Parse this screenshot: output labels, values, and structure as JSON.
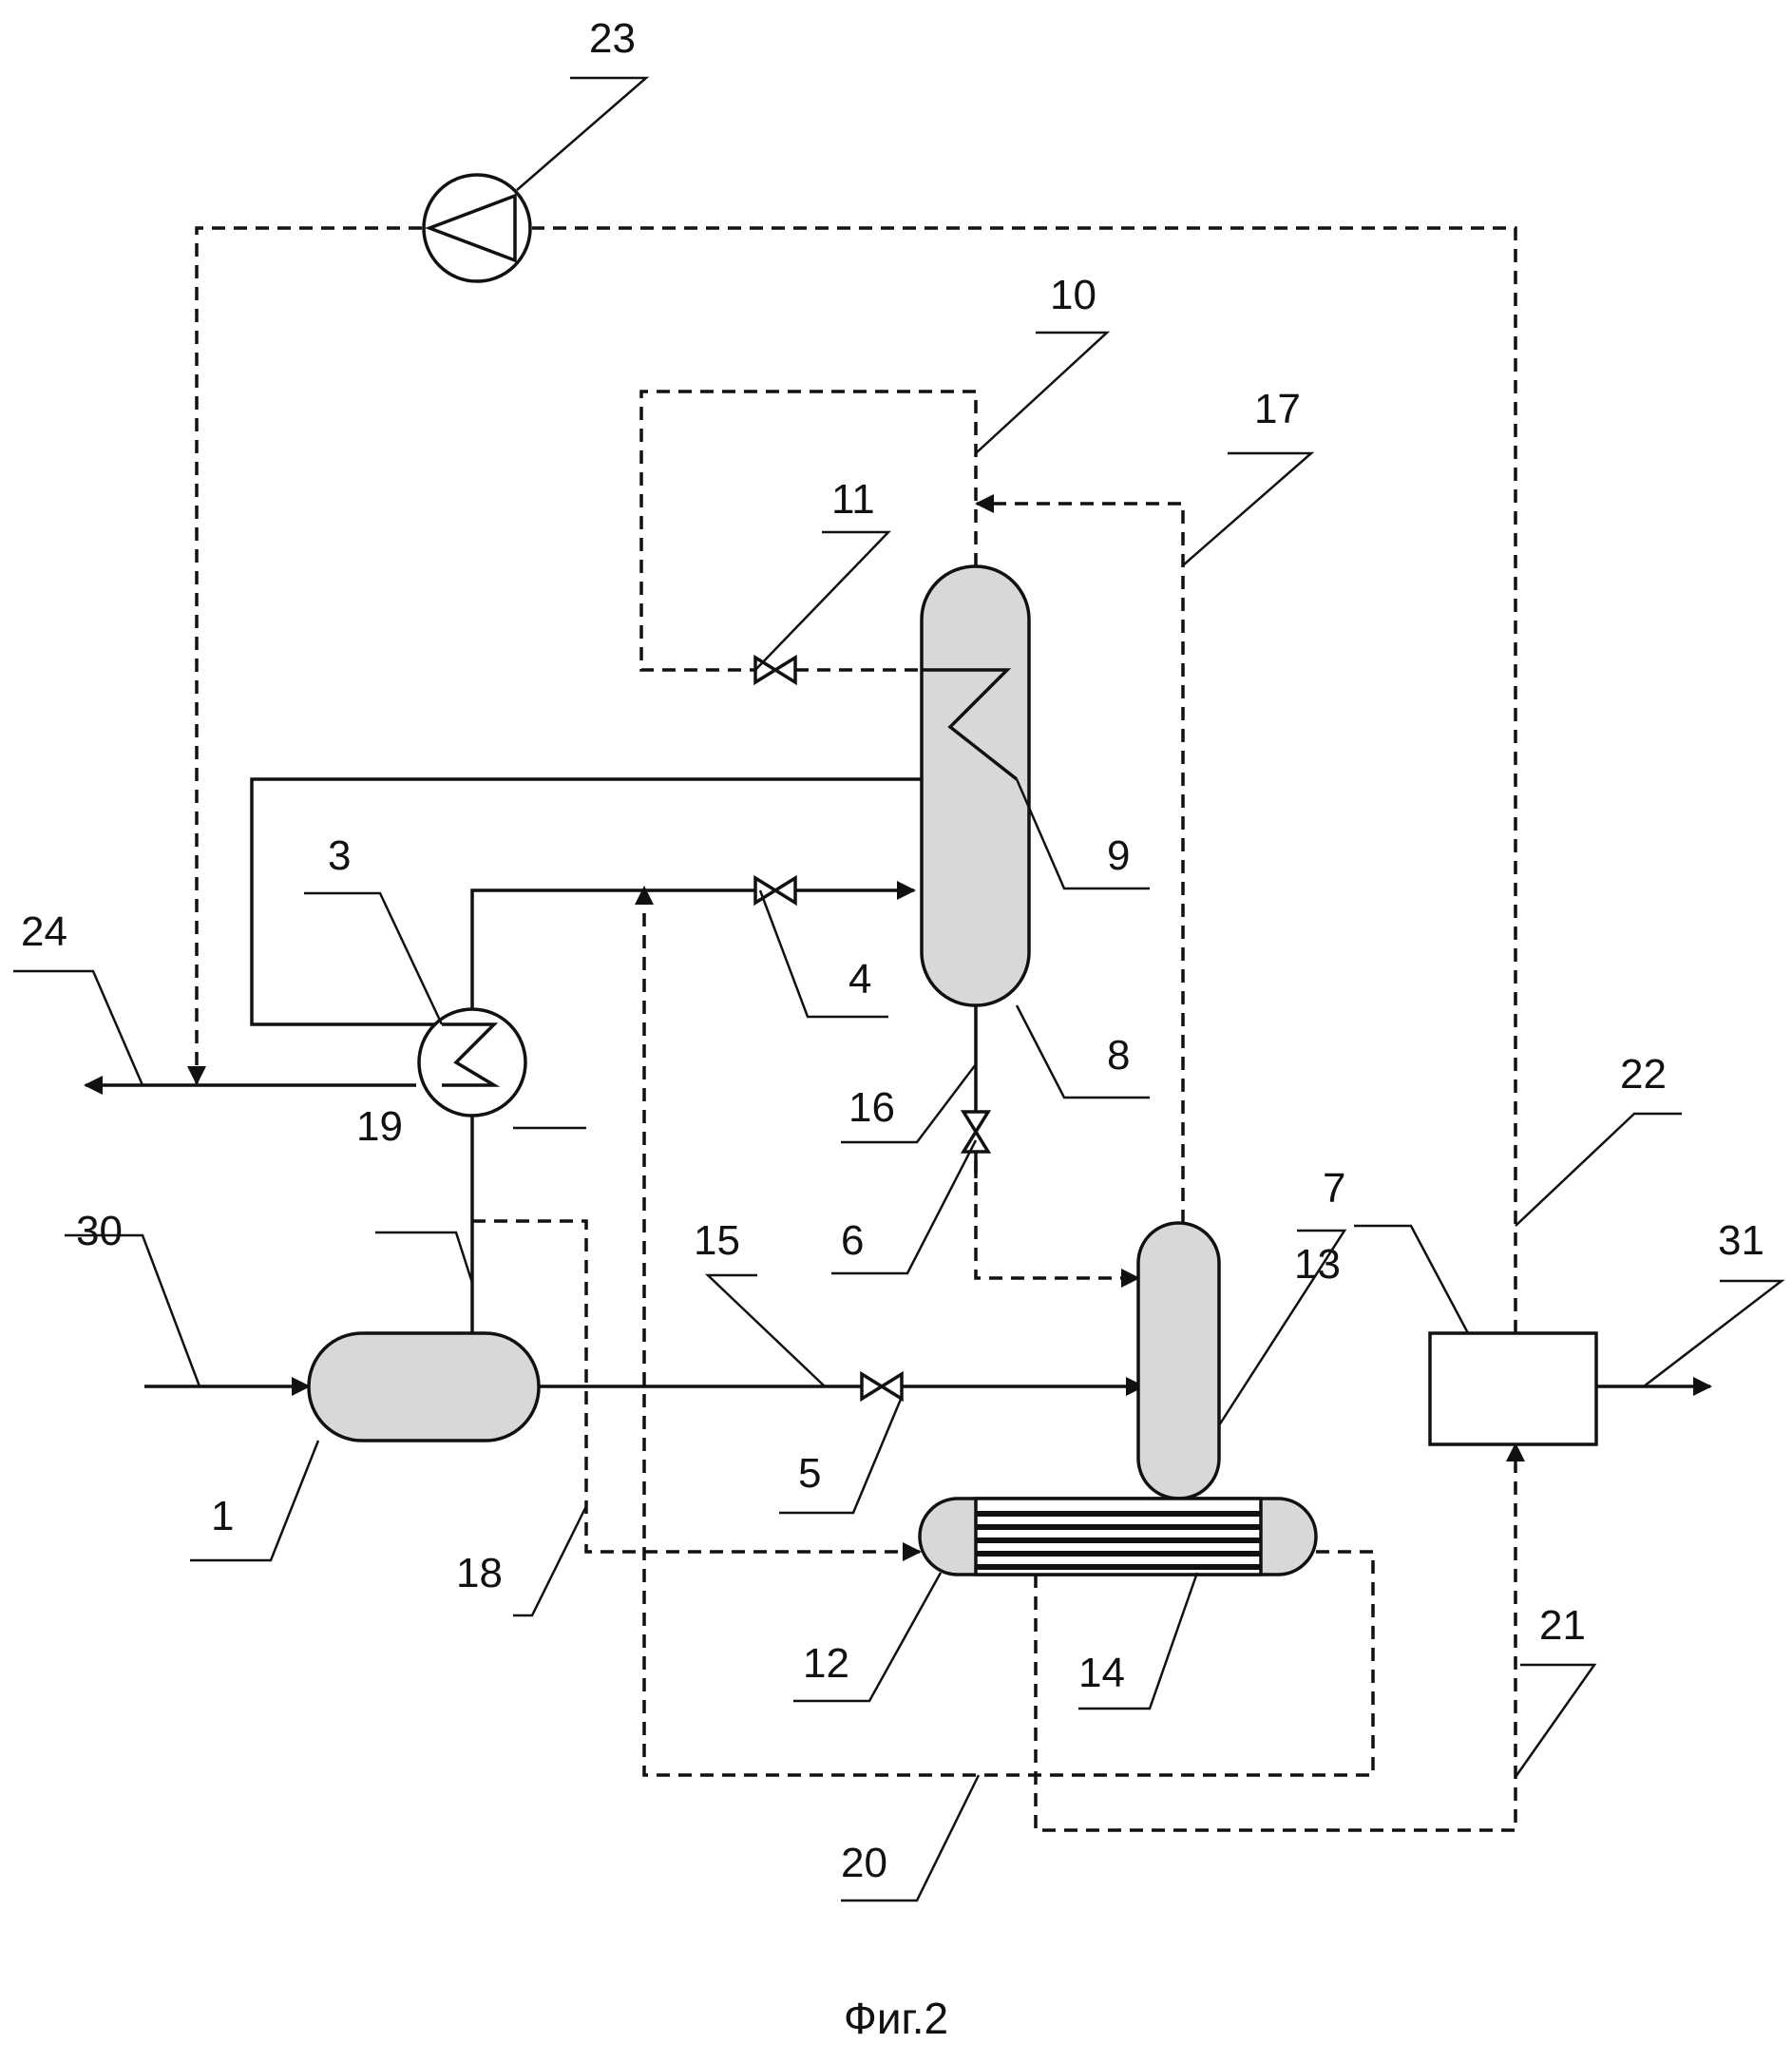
{
  "caption": "Фиг.2",
  "labels": {
    "l1": "1",
    "l3": "3",
    "l4": "4",
    "l5": "5",
    "l6": "6",
    "l7": "7",
    "l8": "8",
    "l9": "9",
    "l10": "10",
    "l11": "11",
    "l12": "12",
    "l13": "13",
    "l14": "14",
    "l15": "15",
    "l16": "16",
    "l17": "17",
    "l18": "18",
    "l19": "19",
    "l20": "20",
    "l21": "21",
    "l22": "22",
    "l23": "23",
    "l24": "24",
    "l30": "30",
    "l31": "31"
  }
}
